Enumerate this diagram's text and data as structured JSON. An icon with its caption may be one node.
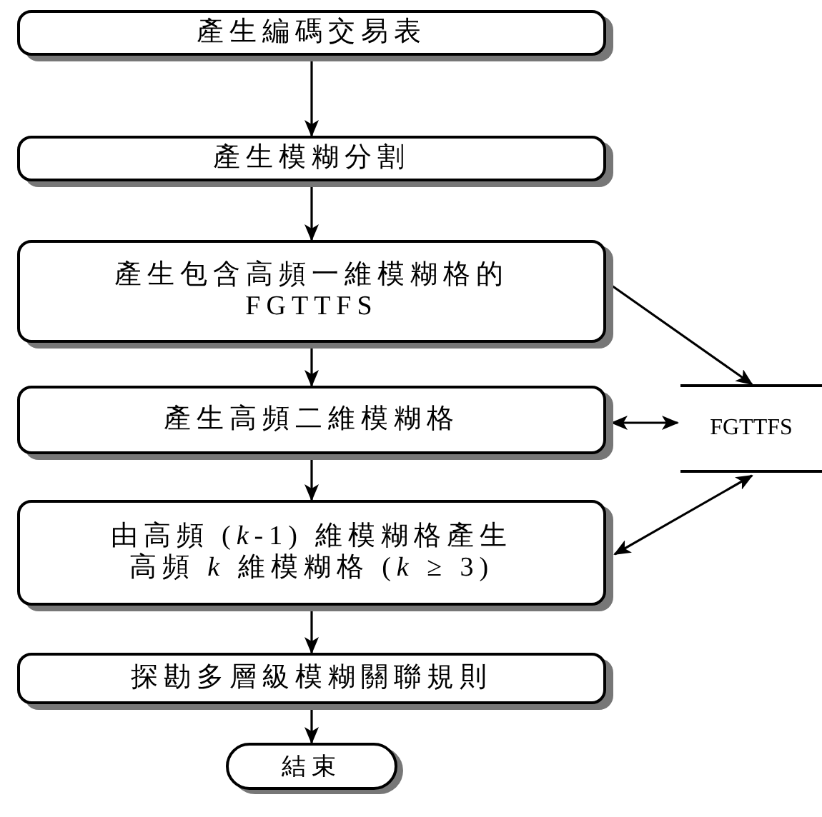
{
  "diagram": {
    "nodes": [
      {
        "text": [
          "產生編碼交易表"
        ]
      },
      {
        "text": [
          "產生模糊分割"
        ]
      },
      {
        "text": [
          "產生包含高頻一維模糊格的FGTTFS"
        ]
      },
      {
        "text": [
          "產生高頻二維模糊格"
        ]
      },
      {
        "text": [
          "由高頻 (*k*-1) 維模糊格產生高頻 *k* 維模糊格 (*k* ≥ 3)"
        ]
      },
      {
        "text": [
          "探勘多層級模糊關聯規則"
        ]
      },
      {
        "text": [
          "結束"
        ]
      },
      {
        "text": [
          "FGTTFS"
        ]
      }
    ],
    "edges": [
      {
        "from": 0,
        "to": 1,
        "arrow": "to"
      },
      {
        "from": 1,
        "to": 2,
        "arrow": "to"
      },
      {
        "from": 2,
        "to": 3,
        "arrow": "to"
      },
      {
        "from": 3,
        "to": 4,
        "arrow": "to"
      },
      {
        "from": 4,
        "to": 5,
        "arrow": "to"
      },
      {
        "from": 5,
        "to": 6,
        "arrow": "to"
      },
      {
        "from": 2,
        "to": 7,
        "arrow": "to"
      },
      {
        "from": 3,
        "to": 7,
        "arrow": "both"
      },
      {
        "from": 4,
        "to": 7,
        "arrow": "both"
      }
    ]
  }
}
